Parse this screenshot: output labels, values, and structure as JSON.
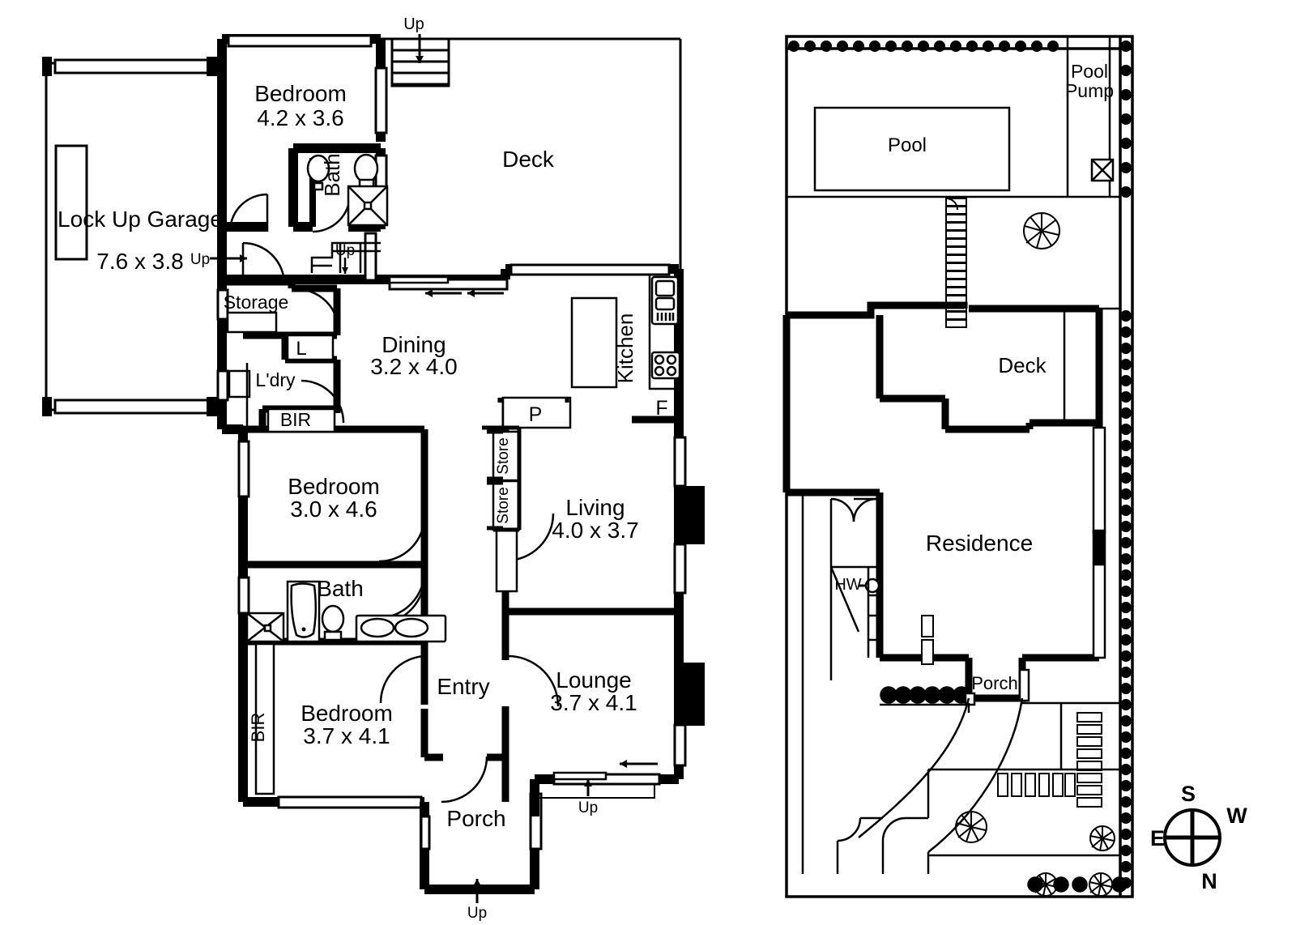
{
  "document": {
    "type": "residential-floor-plan",
    "panels": [
      "floor-plan",
      "site-plan"
    ]
  },
  "floor_plan": {
    "rooms": [
      {
        "id": "garage",
        "name": "Lock Up Garage",
        "dimensions": "7.6 x 3.8"
      },
      {
        "id": "bedroom1",
        "name": "Bedroom",
        "dimensions": "4.2 x 3.6"
      },
      {
        "id": "bath_ensuite",
        "name": "Bath",
        "dimensions": ""
      },
      {
        "id": "deck",
        "name": "Deck",
        "dimensions": ""
      },
      {
        "id": "storage",
        "name": "Storage",
        "dimensions": ""
      },
      {
        "id": "linen",
        "name": "L",
        "dimensions": ""
      },
      {
        "id": "laundry",
        "name": "L'dry",
        "dimensions": ""
      },
      {
        "id": "bir1",
        "name": "BIR",
        "dimensions": ""
      },
      {
        "id": "dining",
        "name": "Dining",
        "dimensions": "3.2 x 4.0"
      },
      {
        "id": "kitchen",
        "name": "Kitchen",
        "dimensions": ""
      },
      {
        "id": "fridge",
        "name": "F",
        "dimensions": ""
      },
      {
        "id": "pantry",
        "name": "P",
        "dimensions": ""
      },
      {
        "id": "store1",
        "name": "Store",
        "dimensions": ""
      },
      {
        "id": "store2",
        "name": "Store",
        "dimensions": ""
      },
      {
        "id": "bedroom2",
        "name": "Bedroom",
        "dimensions": "3.0 x 4.6"
      },
      {
        "id": "living",
        "name": "Living",
        "dimensions": "4.0 x 3.7"
      },
      {
        "id": "bath_main",
        "name": "Bath",
        "dimensions": ""
      },
      {
        "id": "bir2",
        "name": "BIR",
        "dimensions": ""
      },
      {
        "id": "bedroom3",
        "name": "Bedroom",
        "dimensions": "3.7 x 4.1"
      },
      {
        "id": "entry",
        "name": "Entry",
        "dimensions": ""
      },
      {
        "id": "lounge",
        "name": "Lounge",
        "dimensions": "3.7 x 4.1"
      },
      {
        "id": "porch",
        "name": "Porch",
        "dimensions": ""
      }
    ],
    "stair_markers": [
      {
        "id": "up-deck-top",
        "label": "Up"
      },
      {
        "id": "up-garage",
        "label": "Up"
      },
      {
        "id": "up-hall",
        "label": "Up"
      },
      {
        "id": "up-lounge",
        "label": "Up"
      },
      {
        "id": "up-porch",
        "label": "Up"
      }
    ]
  },
  "site_plan": {
    "labels": [
      {
        "id": "pool",
        "name": "Pool"
      },
      {
        "id": "pool-pump",
        "name": "Pool\nPump"
      },
      {
        "id": "pool-pump-line1",
        "name": "Pool"
      },
      {
        "id": "pool-pump-line2",
        "name": "Pump"
      },
      {
        "id": "deck",
        "name": "Deck"
      },
      {
        "id": "residence",
        "name": "Residence"
      },
      {
        "id": "hot-water",
        "name": "HW"
      },
      {
        "id": "porch",
        "name": "Porch"
      }
    ]
  },
  "compass": {
    "north": "N",
    "south": "S",
    "east": "E",
    "west": "W"
  },
  "colors": {
    "wall": "#000000",
    "paper": "#ffffff",
    "thin_line": "#000000"
  }
}
